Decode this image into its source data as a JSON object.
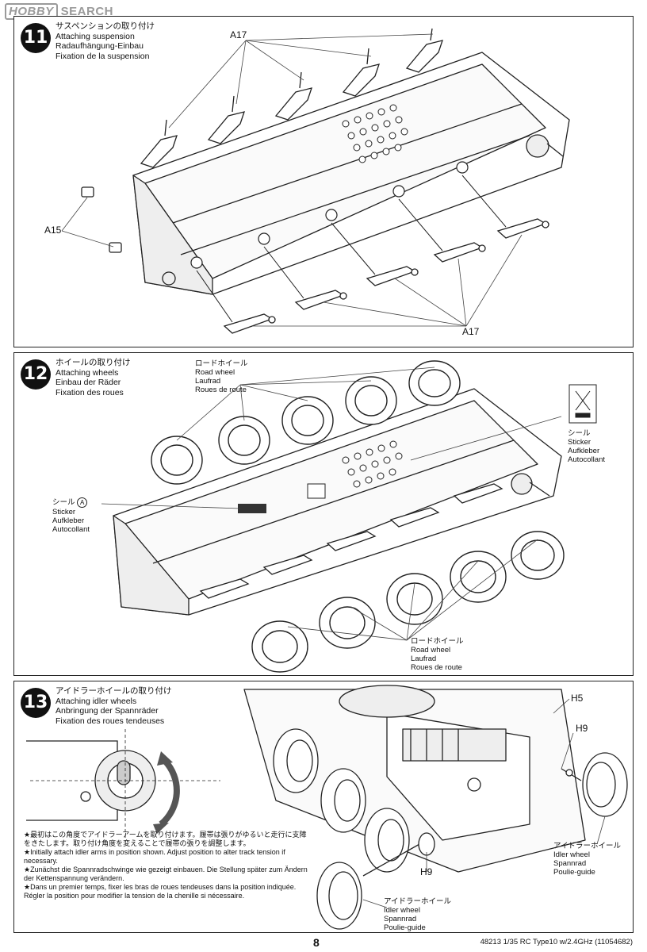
{
  "watermark": {
    "logo": "HOBBY",
    "text": "SEARCH"
  },
  "steps": [
    {
      "number": "11",
      "titles": [
        "サスペンションの取り付け",
        "Attaching suspension",
        "Radaufhängung-Einbau",
        "Fixation de la suspension"
      ],
      "labels": {
        "a17_top": "A17",
        "a15": "A15",
        "a17_bottom": "A17"
      }
    },
    {
      "number": "12",
      "titles": [
        "ホイールの取り付け",
        "Attaching wheels",
        "Einbau der Räder",
        "Fixation des roues"
      ],
      "road_wheel": [
        "ロードホイール",
        "Road wheel",
        "Laufrad",
        "Roues de route"
      ],
      "sticker_right": [
        "シール",
        "Sticker",
        "Aufkleber",
        "Autocollant"
      ],
      "sticker_left": {
        "jp": "シール",
        "mark": "A",
        "lines": [
          "Sticker",
          "Aufkleber",
          "Autocollant"
        ]
      },
      "road_wheel_bottom": [
        "ロードホイール",
        "Road wheel",
        "Laufrad",
        "Roues de route"
      ]
    },
    {
      "number": "13",
      "titles": [
        "アイドラーホイールの取り付け",
        "Attaching idler wheels",
        "Anbringung der Spannräder",
        "Fixation des roues tendeuses"
      ],
      "labels": {
        "h5": "H5",
        "h9_top": "H9",
        "h9_bottom": "H9"
      },
      "idler_right": [
        "アイドラーホイール",
        "Idler wheel",
        "Spannrad",
        "Poulie-guide"
      ],
      "idler_bottom": [
        "アイドラーホイール",
        "Idler wheel",
        "Spannrad",
        "Poulie-guide"
      ],
      "notes": [
        "★最初はこの角度でアイドラーアームを取り付けます。履帯は張りがゆるいと走行に支障をきたします。取り付け角度を変えることで履帯の張りを調整します。",
        "★Initially attach idler arms in position shown. Adjust position to alter track tension if necessary.",
        "★Zunächst die Spannradschwinge wie gezeigt einbauen. Die Stellung später zum Ändern der Kettenspannung verändern.",
        "★Dans un premier temps, fixer les bras de roues tendeuses dans la position indiquée. Régler la position pour modifier la tension de la chenille si nécessaire."
      ]
    }
  ],
  "footer": {
    "page": "8",
    "code": "48213 1/35 RC Type10 w/2.4GHz (11054682)"
  }
}
